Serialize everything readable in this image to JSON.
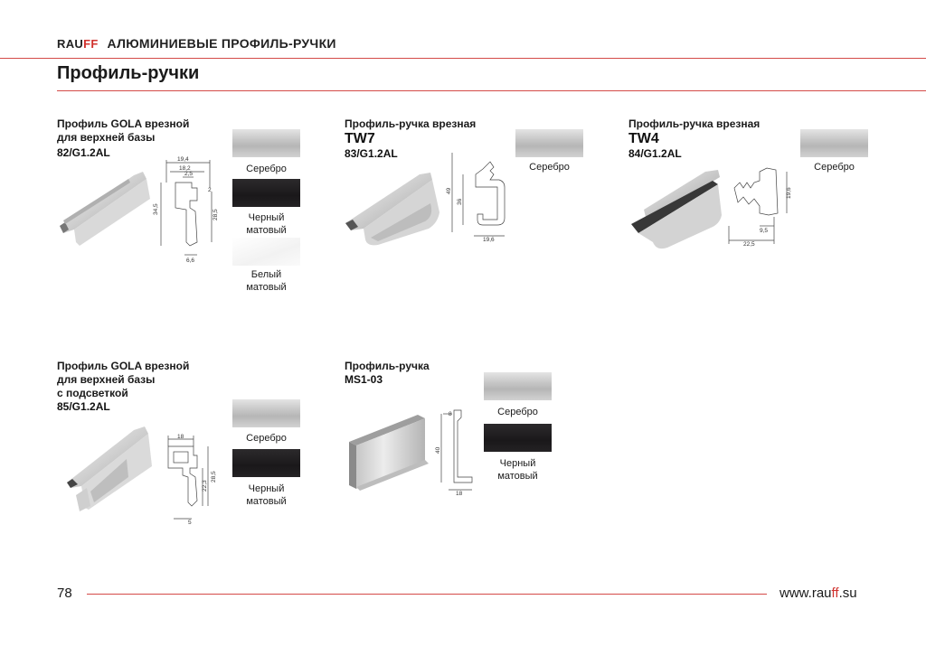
{
  "header": {
    "brand_prefix": "RAU",
    "brand_suffix": "FF",
    "section_title": "АЛЮМИНИЕВЫЕ ПРОФИЛЬ-РУЧКИ",
    "page_title": "Профиль-ручки"
  },
  "products": [
    {
      "title_lines": [
        "Профиль GOLA врезной",
        "для верхней базы"
      ],
      "code": "82/G1.2AL",
      "dims": [
        "19,4",
        "18,2",
        "2,5",
        "2",
        "34,5",
        "28,5",
        "6,6"
      ],
      "finishes": [
        {
          "label": "Серебро",
          "color": "#c4c4c4"
        },
        {
          "label_lines": [
            "Черный",
            "матовый"
          ],
          "color": "#1c1a1c"
        },
        {
          "label_lines": [
            "Белый",
            "матовый"
          ],
          "color": "#f6f6f6"
        }
      ]
    },
    {
      "title_lines": [
        "Профиль-ручка врезная"
      ],
      "model": "TW7",
      "code": "83/G1.2AL",
      "dims": [
        "49",
        "36",
        "19,6"
      ],
      "finishes": [
        {
          "label": "Серебро",
          "color": "#c4c4c4"
        }
      ]
    },
    {
      "title_lines": [
        "Профиль-ручка врезная"
      ],
      "model": "TW4",
      "code": "84/G1.2AL",
      "dims": [
        "19,6",
        "9,5",
        "22,5"
      ],
      "finishes": [
        {
          "label": "Серебро",
          "color": "#c4c4c4"
        }
      ]
    },
    {
      "title_lines": [
        "Профиль GOLA врезной",
        "для верхней базы",
        "с подсветкой"
      ],
      "code": "85/G1.2AL",
      "dims": [
        "18",
        "22,3",
        "28,5",
        "5"
      ],
      "finishes": [
        {
          "label": "Серебро",
          "color": "#c4c4c4"
        },
        {
          "label_lines": [
            "Черный",
            "матовый"
          ],
          "color": "#1c1a1c"
        }
      ]
    },
    {
      "title_lines": [
        "Профиль-ручка",
        "MS1-03"
      ],
      "dims": [
        "8",
        "40",
        "18"
      ],
      "finishes": [
        {
          "label": "Серебро",
          "color": "#c4c4c4"
        },
        {
          "label_lines": [
            "Черный",
            "матовый"
          ],
          "color": "#1c1a1c"
        }
      ]
    }
  ],
  "footer": {
    "page_number": "78",
    "url_prefix": "www.rau",
    "url_ff": "ff",
    "url_suffix": ".su"
  },
  "colors": {
    "accent": "#d0312d",
    "rule": "#d44a48"
  }
}
